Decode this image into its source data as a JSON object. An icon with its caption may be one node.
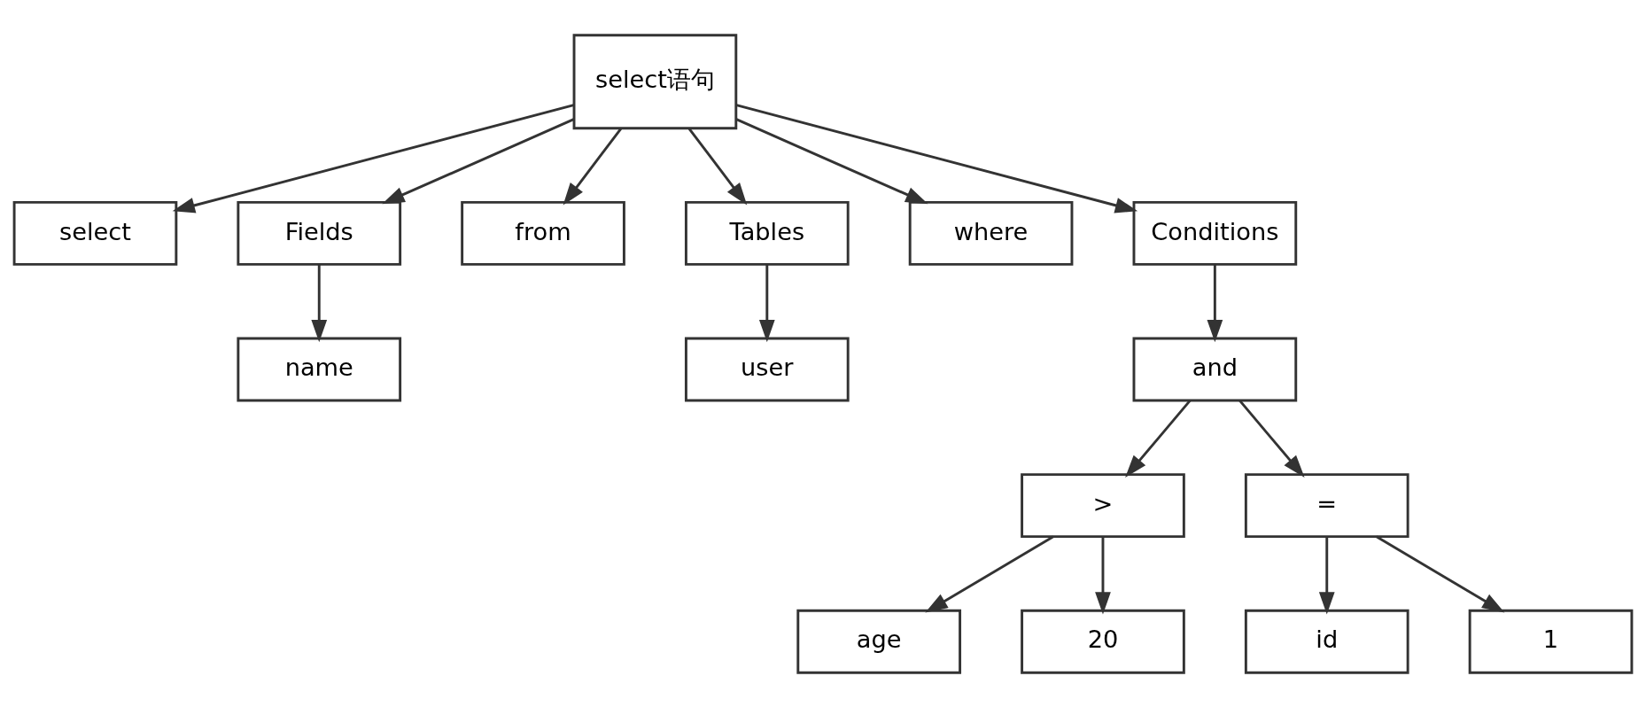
{
  "diagram": {
    "nodes": [
      {
        "text": [
          "select语句"
        ]
      },
      {
        "text": [
          "select"
        ]
      },
      {
        "text": [
          "Fields"
        ]
      },
      {
        "text": [
          "from"
        ]
      },
      {
        "text": [
          "Tables"
        ]
      },
      {
        "text": [
          "where"
        ]
      },
      {
        "text": [
          "Conditions"
        ]
      },
      {
        "text": [
          "name"
        ]
      },
      {
        "text": [
          "user"
        ]
      },
      {
        "text": [
          "and"
        ]
      },
      {
        "text": [
          ">"
        ]
      },
      {
        "text": [
          "="
        ]
      },
      {
        "text": [
          "age"
        ]
      },
      {
        "text": [
          "20"
        ]
      },
      {
        "text": [
          "id"
        ]
      },
      {
        "text": [
          "1"
        ]
      }
    ],
    "edges": [
      {
        "from": 0,
        "to": 1,
        "arrow": "to"
      },
      {
        "from": 0,
        "to": 2,
        "arrow": "to"
      },
      {
        "from": 0,
        "to": 3,
        "arrow": "to"
      },
      {
        "from": 0,
        "to": 4,
        "arrow": "to"
      },
      {
        "from": 0,
        "to": 5,
        "arrow": "to"
      },
      {
        "from": 0,
        "to": 6,
        "arrow": "to"
      },
      {
        "from": 2,
        "to": 7,
        "arrow": "to"
      },
      {
        "from": 4,
        "to": 8,
        "arrow": "to"
      },
      {
        "from": 6,
        "to": 9,
        "arrow": "to"
      },
      {
        "from": 9,
        "to": 10,
        "arrow": "to"
      },
      {
        "from": 9,
        "to": 11,
        "arrow": "to"
      },
      {
        "from": 10,
        "to": 12,
        "arrow": "to"
      },
      {
        "from": 10,
        "to": 13,
        "arrow": "to"
      },
      {
        "from": 11,
        "to": 14,
        "arrow": "to"
      },
      {
        "from": 11,
        "to": 15,
        "arrow": "to"
      }
    ]
  }
}
